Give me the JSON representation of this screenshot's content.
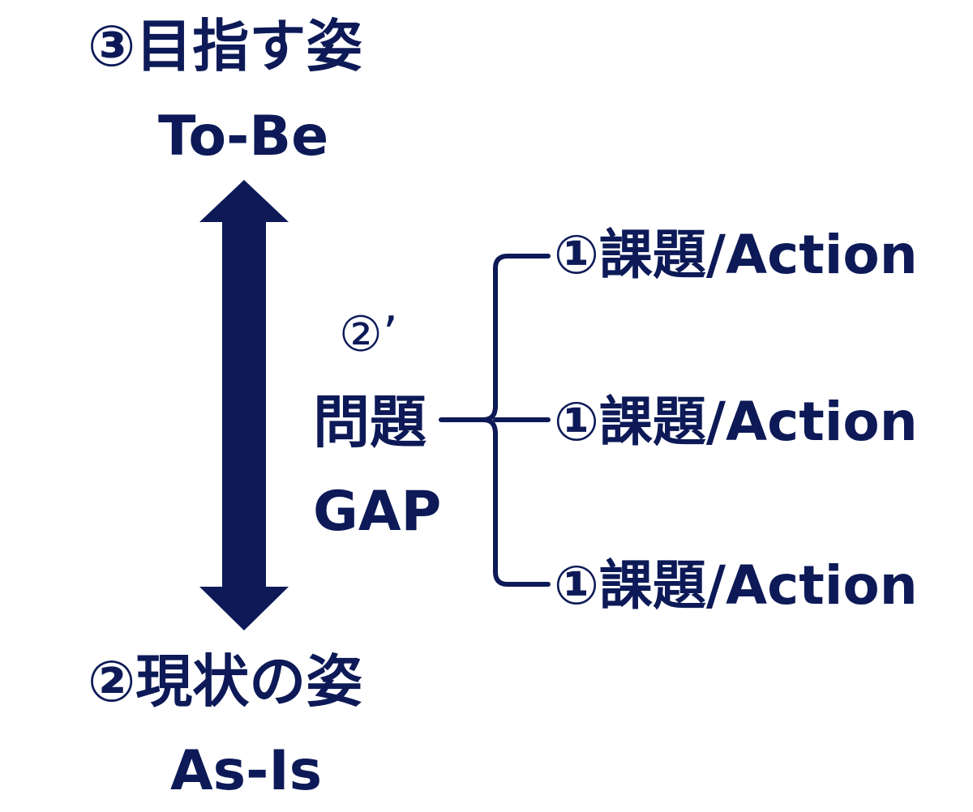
{
  "colors": {
    "primary": "#0d1a57",
    "background": "#ffffff"
  },
  "goal": {
    "title": "③目指す姿",
    "subtitle": "To-Be"
  },
  "current": {
    "title": "②現状の姿",
    "subtitle": "As-Is"
  },
  "gap": {
    "marker": "②’",
    "problem": "問題",
    "label": "GAP"
  },
  "actions": [
    {
      "label": "①課題/Action"
    },
    {
      "label": "①課題/Action"
    },
    {
      "label": "①課題/Action"
    }
  ],
  "icons": {
    "arrow": "double-headed-vertical-arrow-icon",
    "bracket": "branch-bracket-icon"
  }
}
